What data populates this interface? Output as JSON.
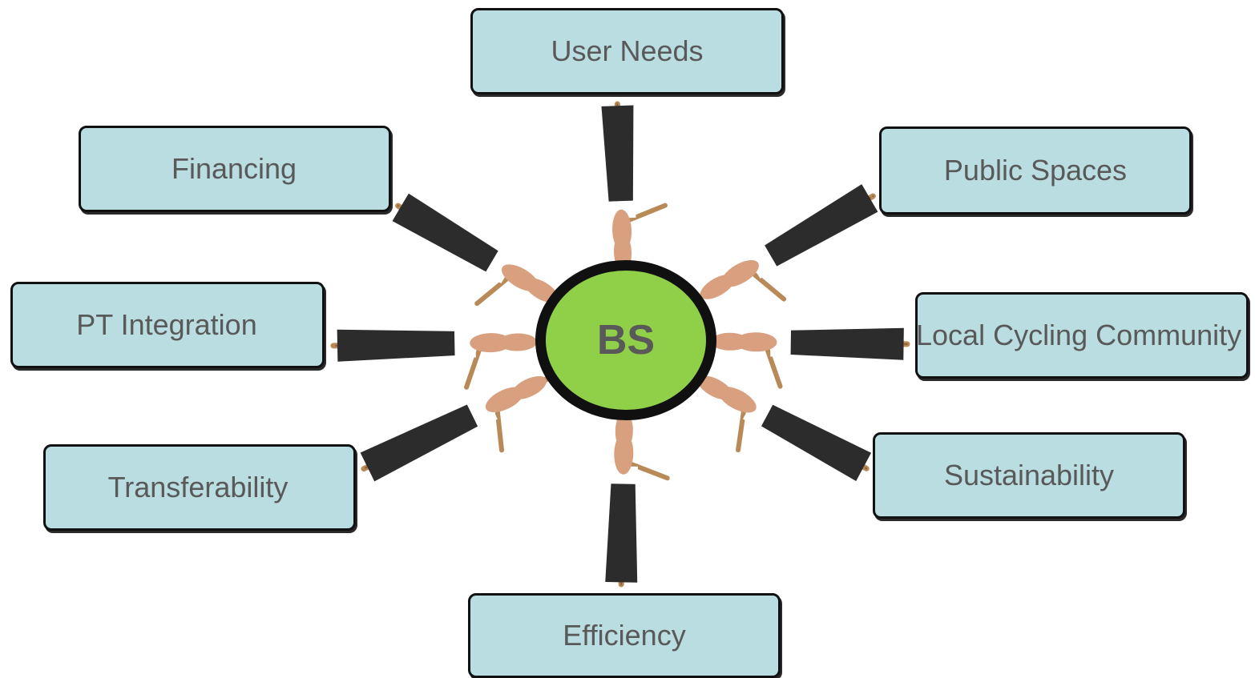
{
  "diagram": {
    "center_label": "BS",
    "nodes": {
      "user_needs": "User Needs",
      "financing": "Financing",
      "public_spaces": "Public Spaces",
      "pt_integration": "PT Integration",
      "local_cycling_community": "Local Cycling Community",
      "transferability": "Transferability",
      "sustainability": "Sustainability",
      "efficiency": "Efficiency"
    },
    "colors": {
      "node_fill": "#b9dde1",
      "node_border": "#111111",
      "center_fill": "#90cf48",
      "center_border": "#101010",
      "text": "#595959",
      "rope": "#b88a57",
      "sleeve": "#2c2c2c",
      "cuff": "#ffffff",
      "hand": "#d8a07f"
    }
  }
}
